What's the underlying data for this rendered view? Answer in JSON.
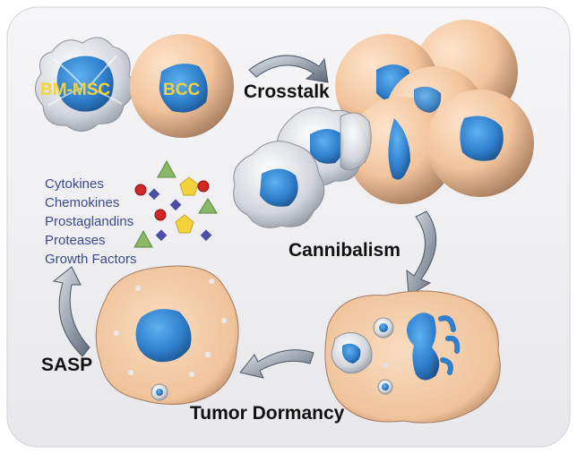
{
  "figure": {
    "cell_labels": {
      "bm_msc": "BM-MSC",
      "bcc": "BCC"
    },
    "process_labels": {
      "crosstalk": "Crosstalk",
      "cannibalism": "Cannibalism",
      "tumor_dormancy": "Tumor Dormancy",
      "sasp": "SASP"
    },
    "factors": [
      "Cytokines",
      "Chemokines",
      "Prostaglandins",
      "Proteases",
      "Growth Factors"
    ],
    "colors": {
      "background_panel": "#f0f0f3",
      "tumor_cell_skin": "#f2c49c",
      "nucleus_blue": "#2f7fcc",
      "msc_silver": "#c9ccd3",
      "label_yellow": "#f3d23a",
      "factor_text": "#3a4a8c",
      "arrow_gray": "#8a96a6"
    }
  }
}
